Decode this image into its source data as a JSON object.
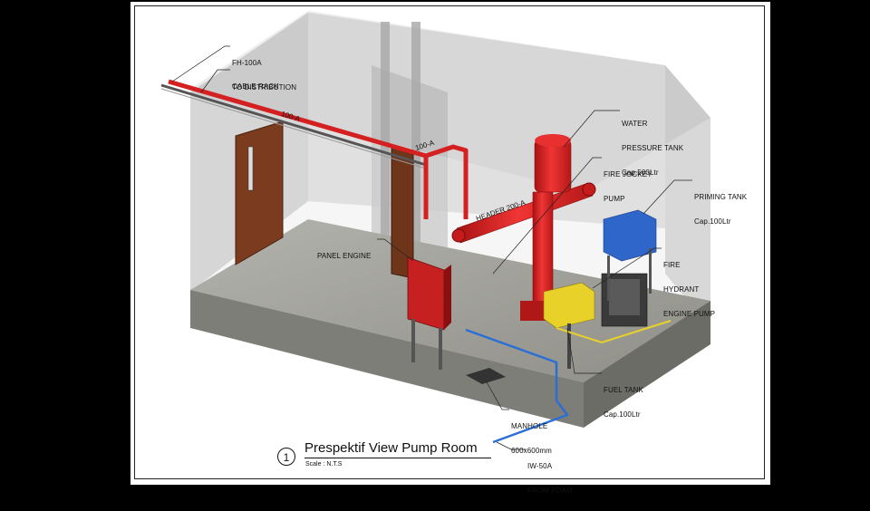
{
  "drawing": {
    "title": "Prespektif View Pump Room",
    "view_number": "1",
    "scale": "Scale : N.T.S"
  },
  "labels": {
    "fh100a": [
      "FH-100A",
      "TO DISTRIBUTION"
    ],
    "cable_rack": [
      "CABLE RACK"
    ],
    "water_tank": [
      "WATER",
      "PRESSURE TANK",
      "Cap.500Ltr"
    ],
    "jockey_pump": [
      "FIRE JOCKEY",
      "PUMP"
    ],
    "priming_tank": [
      "PRIMING TANK",
      "Cap.100Ltr"
    ],
    "panel_engine": [
      "PANEL ENGINE"
    ],
    "hydrant_pump": [
      "FIRE",
      "HYDRANT",
      "ENGINE PUMP"
    ],
    "fuel_tank": [
      "FUEL TANK",
      "Cap.100Ltr"
    ],
    "manhole": [
      "MANHOLE",
      "600x600mm"
    ],
    "iw50a": [
      "IW-50A",
      "FROM PDAM"
    ]
  },
  "pipe_labels": {
    "pipe_100a_1": "100-A",
    "pipe_100a_2": "100-A",
    "header": "HEADER 200-A"
  },
  "colors": {
    "pipe_red": "#d42020",
    "water_blue": "#2a6fd6",
    "fuel_yellow": "#e8d22a",
    "priming_blue": "#2f66c9",
    "wall_gray": "#c9c9c9",
    "floor_gray": "#9a9a93",
    "door_brown": "#7a3b1e"
  }
}
